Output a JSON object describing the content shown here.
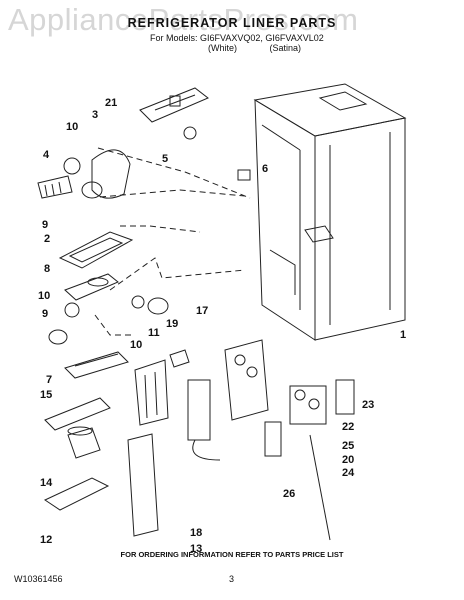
{
  "watermark": "AppliancePartsPros.com",
  "header": {
    "title": "REFRIGERATOR LINER PARTS",
    "models": "For Models: GI6FVAXVQ02, GI6FVAXVL02",
    "variants": [
      "(White)",
      "(Satina)"
    ]
  },
  "callouts": [
    "21",
    "3",
    "10",
    "4",
    "5",
    "6",
    "9",
    "2",
    "8",
    "10",
    "9",
    "10",
    "11",
    "19",
    "17",
    "7",
    "15",
    "14",
    "12",
    "13",
    "18",
    "26",
    "24",
    "20",
    "25",
    "22",
    "23",
    "1"
  ],
  "footer": {
    "note": "FOR ORDERING INFORMATION REFER TO PARTS PRICE LIST",
    "doc_number": "W10361456",
    "page": "3"
  }
}
